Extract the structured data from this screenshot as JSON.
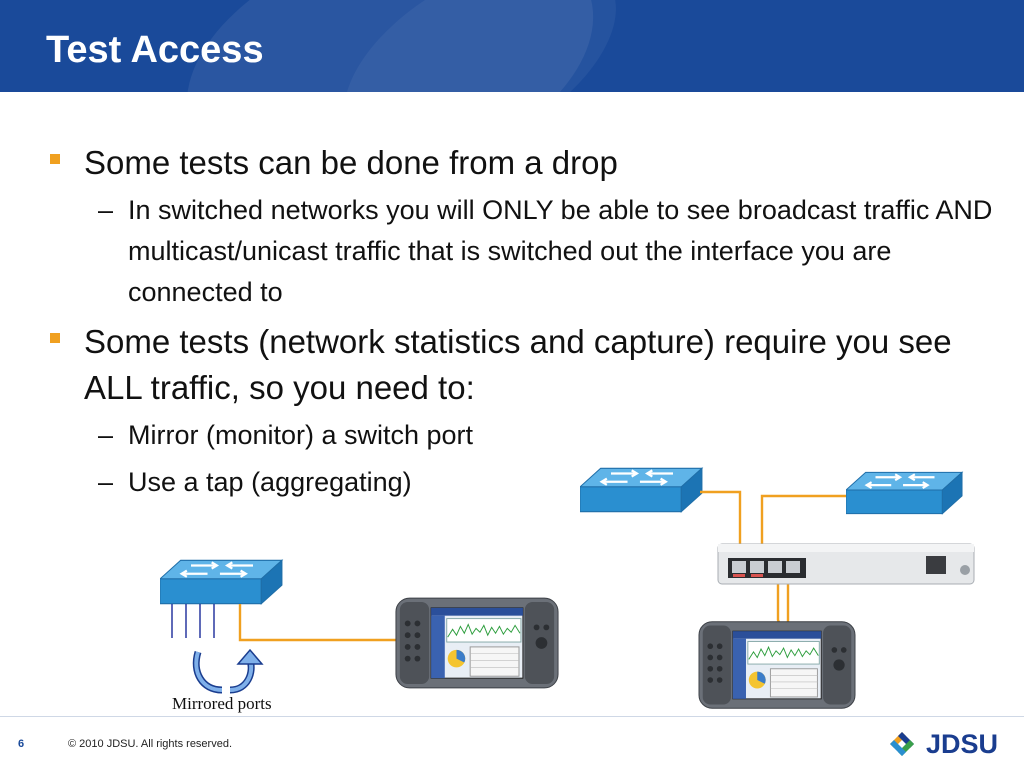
{
  "slide": {
    "title": "Test Access",
    "bullets": {
      "b1": "Some tests can be done from a drop",
      "b1_sub1": "In switched networks you will ONLY be able to see broadcast traffic AND multicast/unicast traffic that is switched out the interface you are connected to",
      "b2": "Some tests (network statistics and capture) require you see ALL traffic, so you need to:",
      "b2_sub1": "Mirror (monitor) a switch port",
      "b2_sub2": "Use a tap (aggregating)"
    },
    "dash": "–"
  },
  "diagram": {
    "caption": "Mirrored ports"
  },
  "footer": {
    "page_number": "6",
    "copyright": "© 2010 JDSU. All rights reserved.",
    "logo_text": "JDSU"
  },
  "colors": {
    "header_bg": "#1a4a9a",
    "bullet_marker": "#f0a020",
    "cable": "#f0a020",
    "switch_blue": "#2a8fd0"
  },
  "icons": [
    "network-switch-icon",
    "test-instrument-icon",
    "network-tap-icon",
    "mirror-arrows-icon",
    "jdsu-logo-icon"
  ]
}
